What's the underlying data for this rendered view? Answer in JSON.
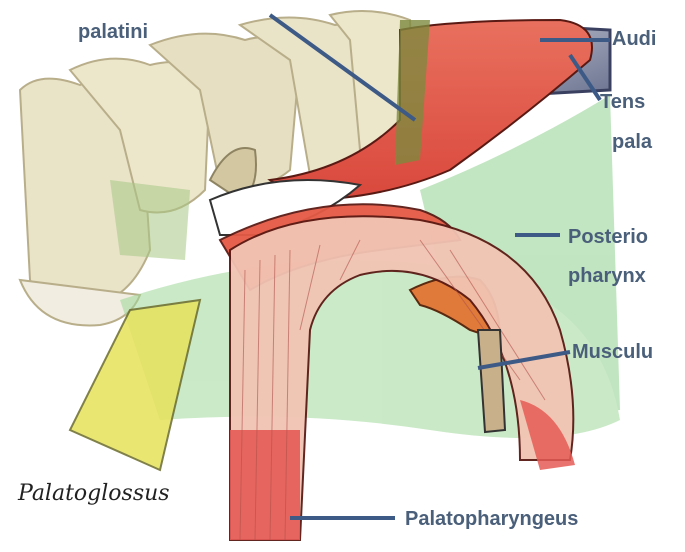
{
  "labels": {
    "palatini": "palatini",
    "auditory": "Audi",
    "tensor_line1": "Tens",
    "tensor_line2": "pala",
    "posterior_line1": "Posterio",
    "posterior_line2": "pharynx",
    "musculus": "Musculu",
    "palatopharyngeus": "Palatopharyngeus",
    "palatoglossus": "Palatoglossus"
  },
  "colors": {
    "label_text": "#4a5f7a",
    "leader_line": "#3d5a86",
    "muscle_red": "#e0574a",
    "muscle_orange": "#e07a3a",
    "muscle_green": "#8fd08f",
    "muscle_yellow": "#e6e25a",
    "tooth": "#e9e3c8"
  }
}
